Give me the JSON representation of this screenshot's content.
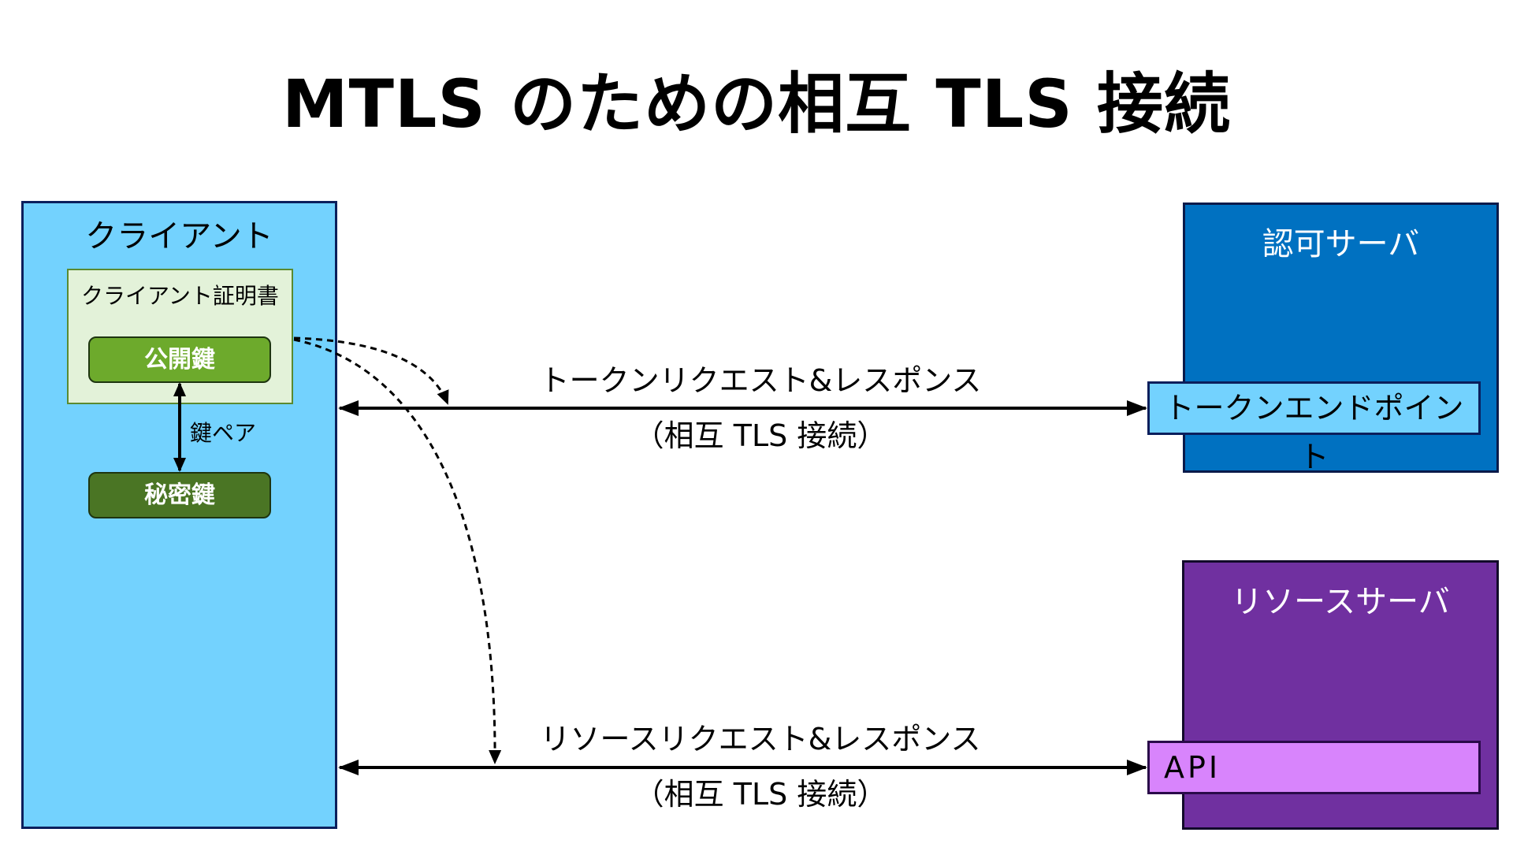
{
  "title": "MTLS のための相互 TLS 接続",
  "client": {
    "label": "クライアント",
    "certificate_label": "クライアント証明書",
    "public_key_label": "公開鍵",
    "private_key_label": "秘密鍵",
    "keypair_label": "鍵ペア"
  },
  "auth_server": {
    "label": "認可サーバ",
    "endpoint_label": "トークンエンドポイント"
  },
  "resource_server": {
    "label": "リソースサーバ",
    "endpoint_label": "API"
  },
  "flows": {
    "token_label": "トークンリクエスト&レスポンス",
    "token_sub_label": "（相互 TLS 接続）",
    "resource_label": "リソースリクエスト&レスポンス",
    "resource_sub_label": "（相互 TLS 接続）"
  },
  "colors": {
    "client_bg": "#73d2fe",
    "auth_bg": "#0071c1",
    "resource_bg": "#7030a0",
    "certificate_bg": "#e3f2d9",
    "public_key_bg": "#6daa2c",
    "private_key_bg": "#4a7524",
    "api_bg": "#d884fc"
  }
}
